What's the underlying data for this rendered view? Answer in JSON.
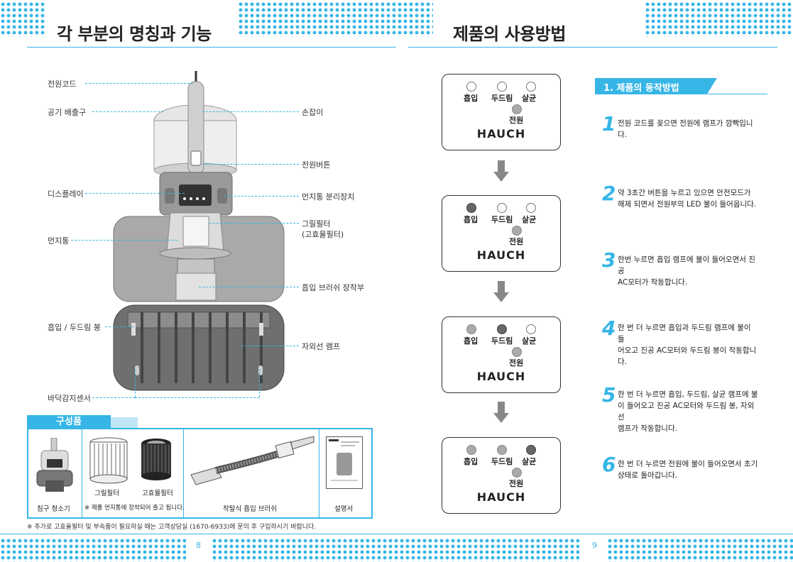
{
  "left_page": {
    "title": "각 부분의 명칭과 기능",
    "page_number": "8",
    "labels": {
      "power_cord": "전원코드",
      "air_exhaust": "공기 배출구",
      "display": "디스플레이",
      "dust_bin": "먼지통",
      "beater_bar": "흡입 / 두드림 봉",
      "floor_sensor": "바닥감지센서",
      "handle": "손잡이",
      "power_button": "전원버튼",
      "bin_release": "먼지통 분리장치",
      "grill_filter": "그릴필터",
      "hepa_filter": "(고효율필터)",
      "brush_mount": "흡입 브러쉬 장착부",
      "uv_lamp": "자외선 램프"
    },
    "components": {
      "title": "구성품",
      "items": [
        {
          "label": "침구 청소기"
        },
        {
          "label": "그릴필터"
        },
        {
          "label": "고효율필터"
        },
        {
          "label": "착탈식 흡입 브러쉬"
        },
        {
          "label": "설명서"
        }
      ],
      "note": "※ 제품 먼지통에 장착되어 출고 됩니다."
    },
    "footnote": "※  추가로 고효율필터 및 부속품이 필요하실 때는 고객상담실 (1670-6933)에 문의 후 구입하시기 바랍니다."
  },
  "right_page": {
    "title": "제품의 사용방법",
    "page_number": "9",
    "section_title": "1. 제품의 동작방법",
    "panel_labels": {
      "suction": "흡입",
      "beat": "두드림",
      "sterilize": "살균",
      "power": "전원",
      "brand": "HAUCH"
    },
    "panel_states": [
      {
        "suction": "off",
        "beat": "off",
        "sterilize": "off",
        "power": "dim"
      },
      {
        "suction": "on",
        "beat": "off",
        "sterilize": "off",
        "power": "dim"
      },
      {
        "suction": "dim",
        "beat": "on",
        "sterilize": "off",
        "power": "dim"
      },
      {
        "suction": "dim",
        "beat": "dim",
        "sterilize": "on",
        "power": "dim"
      }
    ],
    "steps": [
      {
        "num": "1",
        "text": "전원 코드를 꽂으면 전원에 램프가 깜빡입니다."
      },
      {
        "num": "2",
        "line1": "약 3초간 버튼을 누르고 있으면 안전모드가",
        "line2": "해제 되면서 전원부의 LED 불이 들어옵니다."
      },
      {
        "num": "3",
        "line1": "한번 누르면 흡입 램프에 불이 들어오면서 진공",
        "line2": "AC모터가 작동합니다."
      },
      {
        "num": "4",
        "line1": "한 번 더 누르면 흡입과 두드림 램프에 불이 들",
        "line2": "어오고 진공 AC모터와 두드림 봉이 작동합니다."
      },
      {
        "num": "5",
        "line1": "한 번 더 누르면 흡입, 두드림, 살균 램프에 불",
        "line2": "이 들어오고 진공 AC모터와 두드림 봉, 자외선",
        "line3": "램프가 작동합니다."
      },
      {
        "num": "6",
        "line1": "한 번 더 누르면 전원에 불이 들어오면서 초기",
        "line2": "상태로 돌아갑니다."
      }
    ]
  },
  "colors": {
    "accent": "#36b6e6",
    "text": "#222222",
    "lamp_on": "#666666",
    "lamp_dim": "#aaaaaa"
  }
}
